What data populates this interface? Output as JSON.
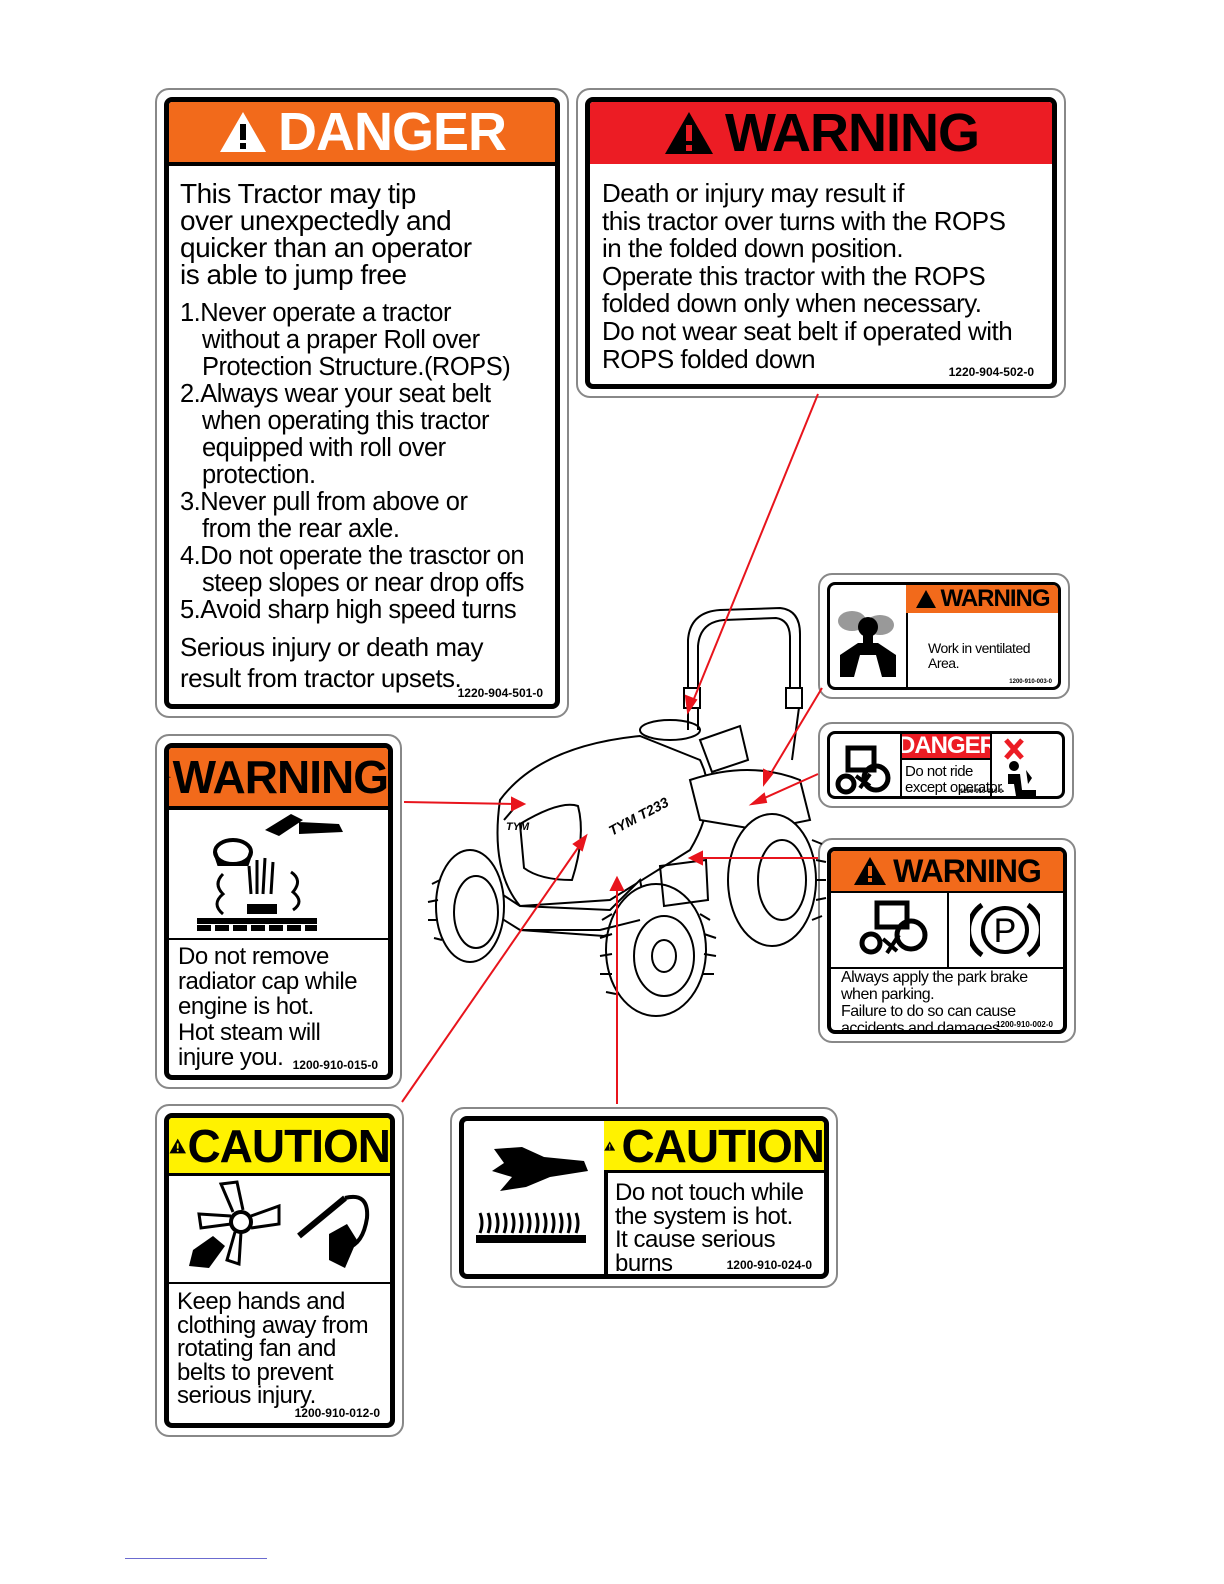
{
  "decals": {
    "danger_tip": {
      "header": "DANGER",
      "intro": [
        "This Tractor may tip",
        "over unexpectedly and",
        "quicker than an operator",
        "is able to jump free"
      ],
      "items": [
        [
          "1.Never operate a tractor",
          "without a praper Roll over",
          "Protection Structure.(ROPS)"
        ],
        [
          "2.Always wear your seat belt",
          "when operating this tractor",
          "equipped with roll over",
          "protection."
        ],
        [
          "3.Never pull from above or",
          "from the rear axle."
        ],
        [
          "4.Do not operate the trasctor on",
          "steep slopes or near drop offs"
        ],
        [
          "5.Avoid sharp high speed turns"
        ]
      ],
      "closing": [
        "Serious injury or death may",
        "result from tractor upsets."
      ],
      "part": "1220-904-501-0"
    },
    "warning_rops": {
      "header": "WARNING",
      "lines": [
        "Death or injury may result if",
        "this tractor over turns with the ROPS",
        "in the folded down position.",
        "Operate this tractor with the ROPS",
        "folded down only when necessary.",
        "Do  not wear seat belt if operated with",
        "ROPS folded down"
      ],
      "part": "1220-904-502-0"
    },
    "warning_ventilated": {
      "header": "WARNING",
      "lines": [
        "Work in ventilated",
        "Area."
      ],
      "part": "1200-910-003-0"
    },
    "danger_ride": {
      "header": "DANGER",
      "lines": [
        "Do not ride",
        "except operator."
      ],
      "part": "1200-910-016-0"
    },
    "warning_park": {
      "header": "WARNING",
      "icon_letter": "P",
      "lines": [
        "Always apply the park  brake",
        "when parking.",
        "Failure to do so can cause",
        "accidents and damages."
      ],
      "part": "1200-910-002-0"
    },
    "warning_radiator": {
      "header": "WARNING",
      "lines": [
        "Do not remove",
        "radiator cap while",
        "engine is hot.",
        "Hot steam will",
        "injure you."
      ],
      "part": "1200-910-015-0"
    },
    "caution_fan": {
      "header": "CAUTION",
      "lines": [
        "Keep hands and",
        "clothing away from",
        "rotating  fan and",
        "belts to  prevent",
        "serious injury."
      ],
      "part": "1200-910-012-0"
    },
    "caution_hot": {
      "header": "CAUTION",
      "lines": [
        "Do not touch while",
        "the system is hot.",
        "It cause serious",
        "burns"
      ],
      "part": "1200-910-024-0"
    }
  },
  "tractor": {
    "hood_badge": "TYM T233",
    "logo": "TYM"
  },
  "colors": {
    "danger": "#f26a1b",
    "warning_red": "#ec1c24",
    "warning_orange": "#f26a1b",
    "caution": "#fff200",
    "arrow": "#e8141c"
  }
}
